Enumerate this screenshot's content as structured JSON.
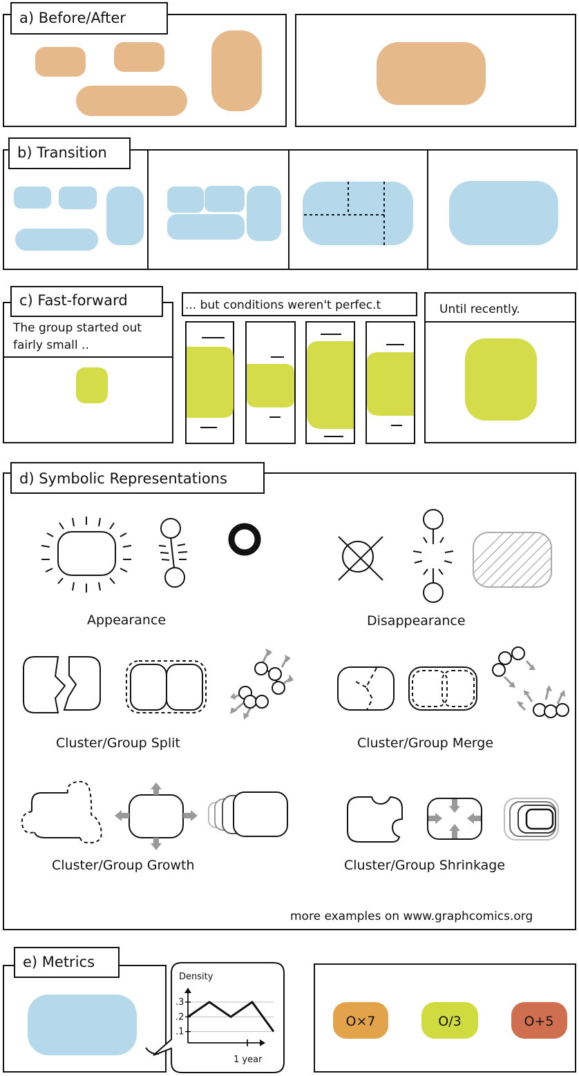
{
  "colors": {
    "orange": "#e6b98a",
    "blue": "#b5d9ea",
    "green": "#d4dc4a",
    "ink": "#111111",
    "grey_arrow": "#999999",
    "badge_orange": "#e3a34a",
    "badge_green": "#cfdb3e",
    "badge_red": "#cf6f4f"
  },
  "sections": {
    "a": {
      "label": "a) Before/After"
    },
    "b": {
      "label": "b) Transition"
    },
    "c": {
      "label": "c) Fast-forward",
      "caption1_line1": "The group started out",
      "caption1_line2": "fairly small ..",
      "caption2": "... but conditions weren't perfec.t",
      "caption3": "Until recently."
    },
    "d": {
      "label": "d) Symbolic Representations",
      "appearance": "Appearance",
      "disappearance": "Disappearance",
      "split": "Cluster/Group Split",
      "merge": "Cluster/Group Merge",
      "growth": "Cluster/Group Growth",
      "shrinkage": "Cluster/Group Shrinkage",
      "footer": "more examples on www.graphcomics.org"
    },
    "e": {
      "label": "e) Metrics",
      "chart_title": "Density",
      "ticks": [
        ".3",
        ".2",
        ".1"
      ],
      "x_label": "1 year",
      "badges": [
        "O×7",
        "O/3",
        "O+5"
      ]
    }
  },
  "chart_data": {
    "type": "line",
    "title": "",
    "ylabel": "Density",
    "xlabel": "1 year",
    "y_ticks": [
      ".3",
      ".2",
      ".1"
    ],
    "series": [
      {
        "values": [
          0.2,
          0.3,
          0.2,
          0.3,
          0.1
        ]
      }
    ]
  }
}
